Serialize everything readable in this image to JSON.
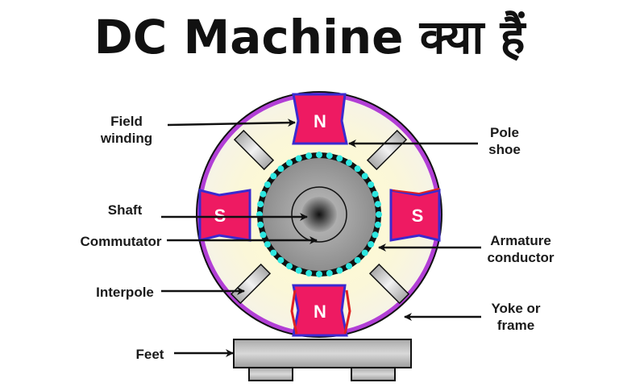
{
  "title": "DC Machine क्या हैं",
  "diagram": {
    "pole_labels": {
      "top": "N",
      "bottom": "N",
      "left": "S",
      "right": "S"
    },
    "labels": {
      "field_winding": {
        "line1": "Field",
        "line2": "winding"
      },
      "shaft": "Shaft",
      "commutator": "Commutator",
      "interpole": "Interpole",
      "feet": "Feet",
      "pole_shoe": {
        "line1": "Pole",
        "line2": "shoe"
      },
      "armature_conductor": {
        "line1": "Armature",
        "line2": "conductor"
      },
      "yoke": {
        "line1": "Yoke or",
        "line2": "frame"
      }
    },
    "colors": {
      "yoke_ring": "#b23fd6",
      "yoke_fill": "#fbf8dc",
      "pole": "#ee1a62",
      "pole_outline": "#3a2ad0",
      "conductor": "#2ee6e0",
      "armature": "#9a9a9a",
      "interpole": "#c8c8c8",
      "base": "#bdbdbd"
    }
  }
}
